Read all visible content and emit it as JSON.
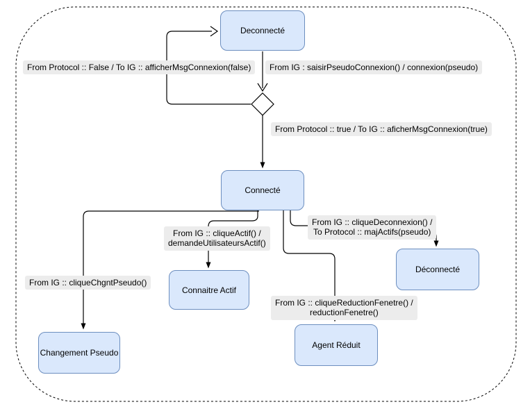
{
  "diagram": {
    "title": "state-machine-agent-chat",
    "colors": {
      "state_fill": "#dae8fc",
      "state_border": "#6c8ebf",
      "label_background": "#ececec",
      "edge_stroke": "#000000",
      "boundary_stroke": "#000000",
      "background": "#ffffff"
    },
    "boundary": {
      "style": "dashed-rounded-rectangle"
    },
    "states": {
      "deconnecte_top": {
        "label": "Deconnecté"
      },
      "connecte": {
        "label": "Connecté"
      },
      "deconnecte_final": {
        "label": "Déconnecté"
      },
      "connaitre_actif": {
        "label": "Connaitre Actif"
      },
      "changement_pseudo": {
        "label": "Changement Pseudo"
      },
      "agent_reduit": {
        "label": "Agent Réduit"
      }
    },
    "decision": {
      "shape": "diamond"
    },
    "transitions": {
      "protocol_false": {
        "label": "From Protocol :: False  / To IG :: afficherMsgConnexion(false)"
      },
      "saisir_pseudo": {
        "label": "From IG : saisirPseudoConnexion() / connexion(pseudo)"
      },
      "protocol_true": {
        "label": "From Protocol :: true  / To IG :: aficherMsgConnexion(true)"
      },
      "clique_actif": {
        "label": "From IG :: cliqueActif() /\ndemandeUtilisateursActif()"
      },
      "clique_deconnexion": {
        "label": "From IG :: cliqueDeconnexion() /\nTo Protocol :: majActifs(pseudo)"
      },
      "clique_chgnt_pseudo": {
        "label": "From IG :: cliqueChgntPseudo()"
      },
      "clique_reduction": {
        "label": "From IG :: cliqueReductionFenetre() /\nreductionFenetre()"
      }
    }
  }
}
